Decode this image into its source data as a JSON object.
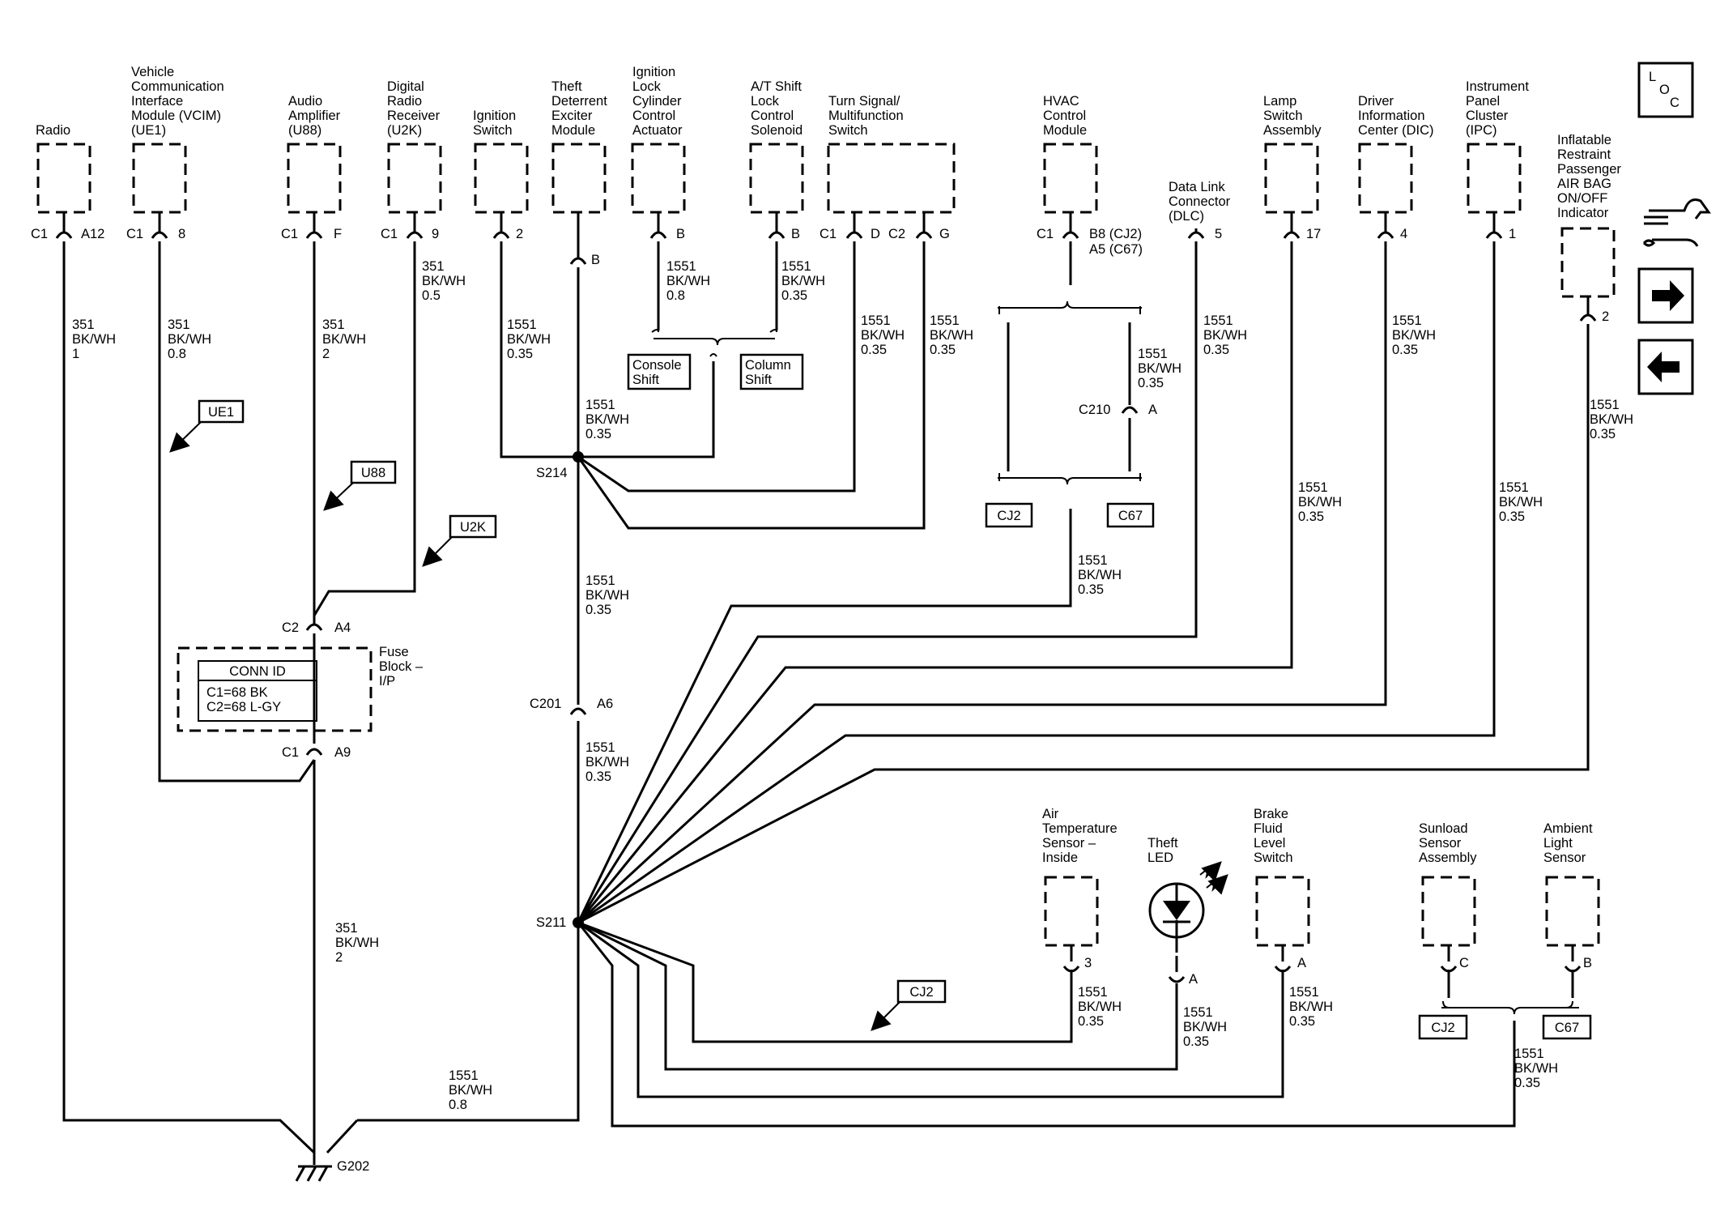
{
  "loc_label": [
    "L",
    "O",
    "C"
  ],
  "components": {
    "radio": [
      "Radio"
    ],
    "vcim": [
      "Vehicle",
      "Communication",
      "Interface",
      "Module (VCIM)",
      "(UE1)"
    ],
    "audio_amp": [
      "Audio",
      "Amplifier",
      "(U88)"
    ],
    "digital_radio": [
      "Digital",
      "Radio",
      "Receiver",
      "(U2K)"
    ],
    "ignition_switch": [
      "Ignition",
      "Switch"
    ],
    "theft_deterrent": [
      "Theft",
      "Deterrent",
      "Exciter",
      "Module"
    ],
    "ign_lock_cyl": [
      "Ignition",
      "Lock",
      "Cylinder",
      "Control",
      "Actuator"
    ],
    "at_shift_lock": [
      "A/T Shift",
      "Lock",
      "Control",
      "Solenoid"
    ],
    "turn_signal": [
      "Turn Signal/",
      "Multifunction",
      "Switch"
    ],
    "hvac": [
      "HVAC",
      "Control",
      "Module"
    ],
    "dlc": [
      "Data Link",
      "Connector",
      "(DLC)"
    ],
    "lamp_switch": [
      "Lamp",
      "Switch",
      "Assembly"
    ],
    "dic": [
      "Driver",
      "Information",
      "Center (DIC)"
    ],
    "ipc": [
      "Instrument",
      "Panel",
      "Cluster",
      "(IPC)"
    ],
    "airbag_ind": [
      "Inflatable",
      "Restraint",
      "Passenger",
      "AIR BAG",
      "ON/OFF",
      "Indicator"
    ],
    "fuse_block": [
      "Fuse",
      "Block –",
      "I/P"
    ],
    "air_temp": [
      "Air",
      "Temperature",
      "Sensor –",
      "Inside"
    ],
    "theft_led": [
      "Theft",
      "LED"
    ],
    "brake_fluid": [
      "Brake",
      "Fluid",
      "Level",
      "Switch"
    ],
    "sunload": [
      "Sunload",
      "Sensor",
      "Assembly"
    ],
    "ambient": [
      "Ambient",
      "Light",
      "Sensor"
    ]
  },
  "conn_id": {
    "title": "CONN ID",
    "lines": [
      "C1=68 BK",
      "C2=68 L-GY"
    ]
  },
  "pins": {
    "radio_c": "C1",
    "radio_p": "A12",
    "vcim_c": "C1",
    "vcim_p": "8",
    "amp_c": "C1",
    "amp_p": "F",
    "u2k_c": "C1",
    "u2k_p": "9",
    "ign_p": "2",
    "theft_p": "B",
    "lock_p": "B",
    "shift_p": "B",
    "turn_c1": "C1",
    "turn_d": "D",
    "turn_c2": "C2",
    "turn_g": "G",
    "hvac_c": "C1",
    "hvac_p1": "B8 (CJ2)",
    "hvac_p2": "A5 (C67)",
    "dlc_p": "5",
    "lamp_p": "17",
    "dic_p": "4",
    "ipc_p": "1",
    "airbag_p": "2",
    "fuse_c2": "C2",
    "fuse_a4": "A4",
    "fuse_c1": "C1",
    "fuse_a9": "A9",
    "c201": "C201",
    "c201_p": "A6",
    "c210": "C210",
    "c210_p": "A",
    "air_p": "3",
    "led_p": "A",
    "brake_p": "A",
    "sun_p": "C",
    "amb_p": "B"
  },
  "splices": {
    "s214": "S214",
    "s211": "S211",
    "ground": "G202"
  },
  "wires": {
    "radio": [
      "351",
      "BK/WH",
      "1"
    ],
    "vcim": [
      "351",
      "BK/WH",
      "0.8"
    ],
    "amp": [
      "351",
      "BK/WH",
      "2"
    ],
    "u2k": [
      "351",
      "BK/WH",
      "0.5"
    ],
    "ign": [
      "1551",
      "BK/WH",
      "0.35"
    ],
    "lock": [
      "1551",
      "BK/WH",
      "0.8"
    ],
    "shift": [
      "1551",
      "BK/WH",
      "0.35"
    ],
    "turn_d": [
      "1551",
      "BK/WH",
      "0.35"
    ],
    "turn_g": [
      "1551",
      "BK/WH",
      "0.35"
    ],
    "s214_down": [
      "1551",
      "BK/WH",
      "0.35"
    ],
    "theft": [
      "1551",
      "BK/WH",
      "0.35"
    ],
    "hvac": [
      "1551",
      "BK/WH",
      "0.35"
    ],
    "hvac_low": [
      "1551",
      "BK/WH",
      "0.35"
    ],
    "dlc": [
      "1551",
      "BK/WH",
      "0.35"
    ],
    "dic": [
      "1551",
      "BK/WH",
      "0.35"
    ],
    "airbag": [
      "1551",
      "BK/WH",
      "0.35"
    ],
    "lamp": [
      "1551",
      "BK/WH",
      "0.35"
    ],
    "ipc": [
      "1551",
      "BK/WH",
      "0.35"
    ],
    "c201_below": [
      "1551",
      "BK/WH",
      "0.35"
    ],
    "fuse_ground": [
      "351",
      "BK/WH",
      "2"
    ],
    "ground_main": [
      "1551",
      "BK/WH",
      "0.8"
    ],
    "air_temp": [
      "1551",
      "BK/WH",
      "0.35"
    ],
    "led": [
      "1551",
      "BK/WH",
      "0.35"
    ],
    "brake": [
      "1551",
      "BK/WH",
      "0.35"
    ],
    "sun_amb": [
      "1551",
      "BK/WH",
      "0.35"
    ]
  },
  "option_labels": {
    "ue1": "UE1",
    "u88": "U88",
    "u2k": "U2K",
    "cj2_mid": "CJ2",
    "console": [
      "Console",
      "Shift"
    ],
    "column": [
      "Column",
      "Shift"
    ],
    "cj2_hvac": "CJ2",
    "c67_hvac": "C67",
    "cj2_sun": "CJ2",
    "c67_sun": "C67"
  },
  "nav_icons": [
    "wiring-tool-icon",
    "next-page-arrow-icon",
    "previous-page-arrow-icon"
  ]
}
